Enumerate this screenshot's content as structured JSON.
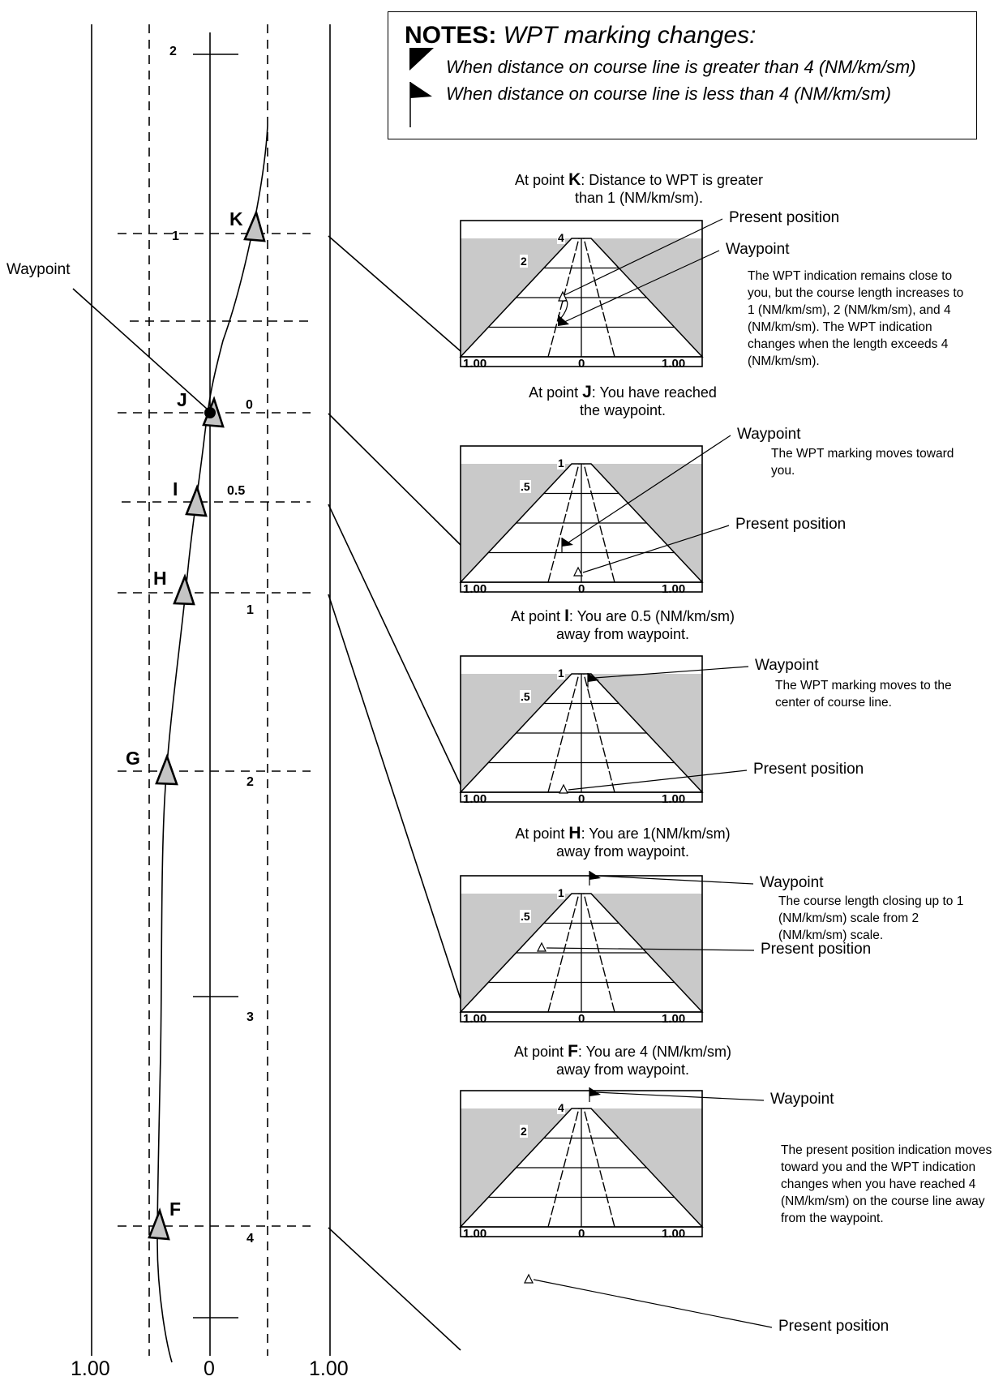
{
  "notes": {
    "title": "NOTES:",
    "subtitle": "WPT marking changes:",
    "line1": "When distance on course line is greater than 4 (NM/km/sm)",
    "line2": "When distance on course line is less than 4 (NM/km/sm)"
  },
  "main": {
    "bottom_labels": [
      "1.00",
      "0",
      "1.00"
    ],
    "scale_labels": [
      "2",
      "1",
      "0",
      "0.5",
      "1",
      "2",
      "3",
      "4"
    ],
    "points": [
      "K",
      "J",
      "I",
      "H",
      "G",
      "F"
    ],
    "waypoint_label": "Waypoint"
  },
  "screens": [
    {
      "caption_pre": "At point ",
      "point": "K",
      "caption_post": ": Distance to WPT is greater",
      "caption_line2": "than 1 (NM/km/sm).",
      "range_top": "4",
      "range_mid": "2",
      "bottom": [
        "1.00",
        "0",
        "1.00"
      ],
      "labels": [
        "Present position",
        "Waypoint"
      ],
      "description": "The WPT indication remains close to you, but the course length increases to 1 (NM/km/sm), 2 (NM/km/sm), and 4 (NM/km/sm). The WPT indication changes when the length exceeds 4 (NM/km/sm)."
    },
    {
      "caption_pre": "At point ",
      "point": "J",
      "caption_post": ": You have reached",
      "caption_line2": "the waypoint.",
      "range_top": "1",
      "range_mid": ".5",
      "bottom": [
        "1.00",
        "0",
        "1.00"
      ],
      "labels": [
        "Waypoint",
        "Present position"
      ],
      "description": "The WPT marking moves toward you."
    },
    {
      "caption_pre": "At point ",
      "point": "I",
      "caption_post": ": You are 0.5 (NM/km/sm)",
      "caption_line2": "away from waypoint.",
      "range_top": "1",
      "range_mid": ".5",
      "bottom": [
        "1.00",
        "0",
        "1.00"
      ],
      "labels": [
        "Waypoint",
        "Present position"
      ],
      "description": "The WPT marking moves to the center of course line."
    },
    {
      "caption_pre": "At point ",
      "point": "H",
      "caption_post": ": You are 1(NM/km/sm)",
      "caption_line2": "away from waypoint.",
      "range_top": "1",
      "range_mid": ".5",
      "bottom": [
        "1.00",
        "0",
        "1.00"
      ],
      "labels": [
        "Waypoint",
        "Present position"
      ],
      "description": "The course length closing up to 1 (NM/km/sm) scale from 2 (NM/km/sm) scale."
    },
    {
      "caption_pre": "At point ",
      "point": "F",
      "caption_post": ": You are 4 (NM/km/sm)",
      "caption_line2": "away from waypoint.",
      "range_top": "4",
      "range_mid": "2",
      "bottom": [
        "1.00",
        "0",
        "1.00"
      ],
      "labels": [
        "Waypoint",
        "Present position"
      ],
      "description": "The present position indication moves toward you and the WPT indication changes when you have reached 4 (NM/km/sm) on the course line away from the waypoint."
    }
  ]
}
